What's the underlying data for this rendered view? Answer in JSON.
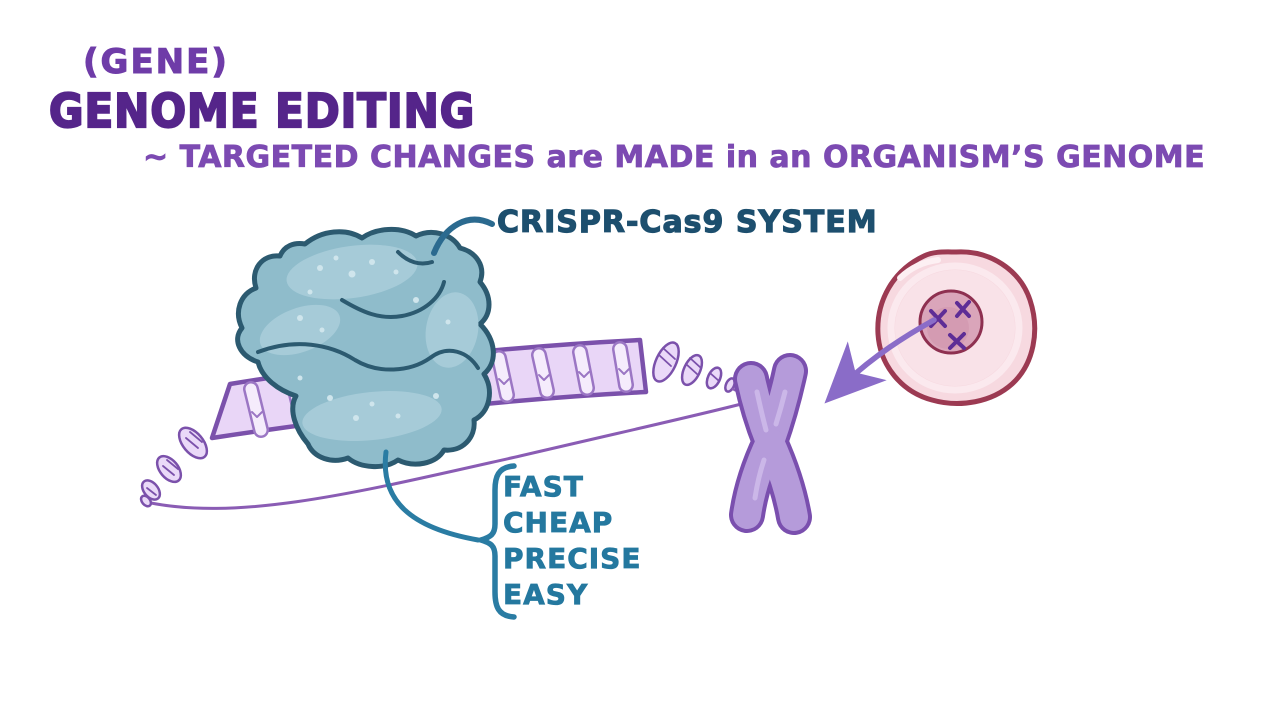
{
  "header": {
    "gene_label": "(GENE)",
    "title": "GENOME EDITING",
    "subtitle": "~ TARGETED CHANGES are MADE in an ORGANISM’S GENOME"
  },
  "crispr": {
    "label": "CRISPR-Cas9 SYSTEM"
  },
  "benefits": {
    "items": [
      "FAST",
      "CHEAP",
      "PRECISE",
      "EASY"
    ]
  },
  "illustration": {
    "elements": [
      "cas9-protein",
      "dna-double-helix",
      "chromosome",
      "cell-with-nucleus",
      "arrow-nucleus-to-chromosome",
      "benefits-brace"
    ]
  },
  "colors": {
    "background": "#ffffff",
    "title_gene": "#6f3ca8",
    "title_main": "#55258a",
    "subtitle": "#7c4ab2",
    "crispr_label": "#1d4f6e",
    "benefits_text": "#24789f",
    "protein_fill": "#8fbccb",
    "protein_outline": "#2c5a70",
    "dna_fill": "#eddcfa",
    "dna_outline": "#7b51ab",
    "chromosome_fill": "#b59bda",
    "chromosome_outline": "#7a4fae",
    "cell_fill": "#f7d9e0",
    "cell_outline": "#9c3a52",
    "nucleus_fill": "#daa5ba",
    "nucleus_outline": "#8e3050",
    "mini_chromosomes": "#5e2d96",
    "arrow": "#8a6cc8"
  }
}
